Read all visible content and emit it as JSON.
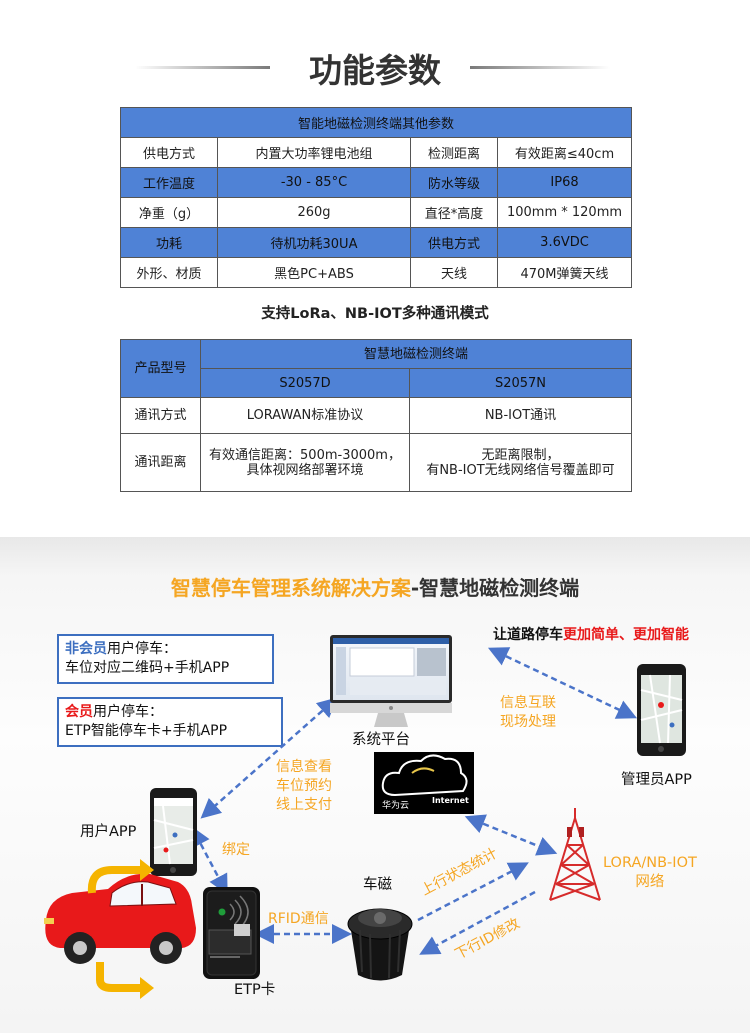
{
  "heading": "功能参数",
  "table1": {
    "title": "智能地磁检测终端其他参数",
    "rows": [
      [
        "供电方式",
        "内置大功率锂电池组",
        "检测距离",
        "有效距离≤40cm"
      ],
      [
        "工作温度",
        "-30 - 85°C",
        "防水等级",
        "IP68"
      ],
      [
        "净重（g）",
        "260g",
        "直径*高度",
        "100mm * 120mm"
      ],
      [
        "功耗",
        "待机功耗30UA",
        "供电方式",
        "3.6VDC"
      ],
      [
        "外形、材质",
        "黑色PC+ABS",
        "天线",
        "470M弹簧天线"
      ]
    ]
  },
  "subtitle": "支持LoRa、NB-IOT多种通讯模式",
  "table2": {
    "model_label": "产品型号",
    "group_header": "智慧地磁检测终端",
    "models": [
      "S2057D",
      "S2057N"
    ],
    "rows": [
      {
        "label": "通讯方式",
        "a": "LORAWAN标准协议",
        "b": "NB-IOT通讯"
      },
      {
        "label": "通讯距离",
        "a1": "有效通信距离：500m-3000m，",
        "a2": "具体视网络部署环境",
        "b1": "无距离限制，",
        "b2": "有NB-IOT无线网络信号覆盖即可"
      }
    ]
  },
  "solution": {
    "title_main": "智慧停车管理系统解决方案",
    "title_sub": "-智慧地磁检测终端",
    "box1": {
      "hl": "非会员",
      "rest": "用户停车：",
      "line2": "车位对应二维码+手机APP"
    },
    "box2": {
      "hl": "会员",
      "rest": "用户停车：",
      "line2": "ETP智能停车卡+手机APP"
    },
    "tagline": {
      "pre": "让道路停车",
      "hl": "更加简单、更加智能"
    },
    "labels": {
      "platform": "系统平台",
      "admin_app": "管理员APP",
      "user_app": "用户APP",
      "etp": "ETP卡",
      "sensor": "车磁",
      "cloud_name": "华为云",
      "cloud_tag": "Internet"
    },
    "notes": {
      "interconnect": [
        "信息互联",
        "现场处理"
      ],
      "query": [
        "信息查看",
        "车位预约",
        "线上支付"
      ],
      "bind": "绑定",
      "rfid": "RFID通信",
      "network": [
        "LORA/NB-IOT",
        "网络"
      ],
      "uplink": "上行状态统计",
      "downlink": "下行ID修改"
    },
    "colors": {
      "accent": "#f5a623",
      "red": "#e8191a",
      "blue": "#3d6fc0"
    }
  }
}
